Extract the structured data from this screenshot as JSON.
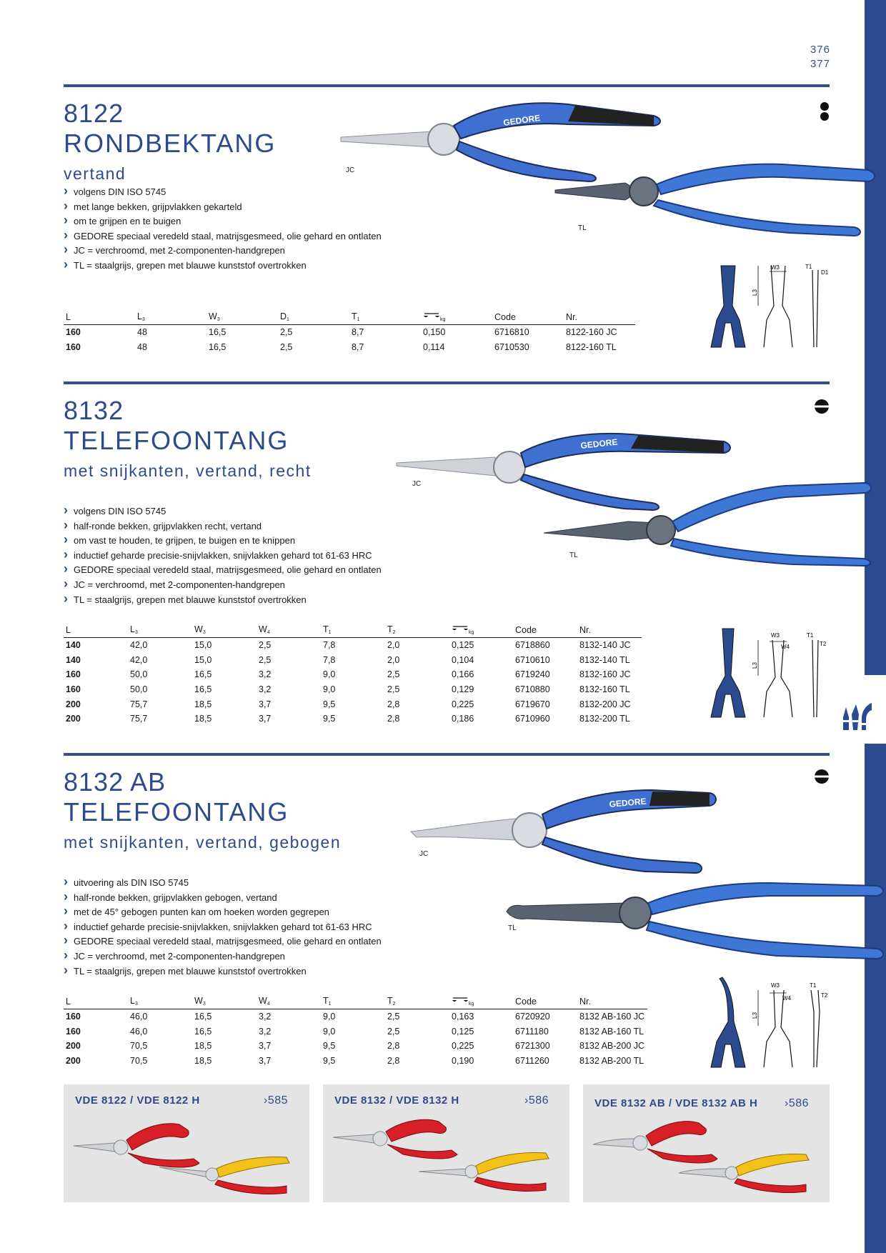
{
  "pages": [
    "376",
    "377"
  ],
  "sections": [
    {
      "number": "8122",
      "name": "RONDBEKTANG",
      "subtitle": "vertand",
      "bullets": [
        "volgens DIN ISO 5745",
        "met lange bekken, grijpvlakken gekarteld",
        "om te grijpen en te buigen",
        "GEDORE speciaal veredeld staal, matrijsgesmeed, olie gehard en ontlaten",
        "JC = verchroomd, met 2-componenten-handgrepen",
        "TL = staalgrijs, grepen met blauwe kunststof overtrokken"
      ],
      "marks": [
        "JC",
        "TL"
      ],
      "brand": "GEDORE",
      "table": {
        "headers": [
          {
            "m": "L",
            "s": ""
          },
          {
            "m": "L",
            "s": "3"
          },
          {
            "m": "W",
            "s": "3"
          },
          {
            "m": "D",
            "s": "1"
          },
          {
            "m": "T",
            "s": "1"
          },
          {
            "m": "",
            "s": "kg"
          },
          {
            "m": "Code",
            "s": ""
          },
          {
            "m": "Nr.",
            "s": ""
          }
        ],
        "rows": [
          [
            "160",
            "48",
            "16,5",
            "2,5",
            "8,7",
            "0,150",
            "6716810",
            "8122-160 JC"
          ],
          [
            "160",
            "48",
            "16,5",
            "2,5",
            "8,7",
            "0,114",
            "6710530",
            "8122-160 TL"
          ]
        ]
      },
      "dims": [
        "W3",
        "T1",
        "D1",
        "L3"
      ]
    },
    {
      "number": "8132",
      "name": "TELEFOONTANG",
      "subtitle": "met snijkanten, vertand, recht",
      "bullets": [
        "volgens DIN ISO 5745",
        "half-ronde bekken, grijpvlakken recht, vertand",
        "om vast te houden, te grijpen, te buigen en te knippen",
        "inductief geharde precisie-snijvlakken, snijvlakken gehard tot 61-63 HRC",
        "GEDORE speciaal veredeld staal, matrijsgesmeed, olie gehard en ontlaten",
        "JC = verchroomd, met 2-componenten-handgrepen",
        "TL = staalgrijs, grepen met blauwe kunststof overtrokken"
      ],
      "marks": [
        "JC",
        "TL"
      ],
      "brand": "GEDORE",
      "table": {
        "headers": [
          {
            "m": "L",
            "s": ""
          },
          {
            "m": "L",
            "s": "3"
          },
          {
            "m": "W",
            "s": "3"
          },
          {
            "m": "W",
            "s": "4"
          },
          {
            "m": "T",
            "s": "1"
          },
          {
            "m": "T",
            "s": "2"
          },
          {
            "m": "",
            "s": "kg"
          },
          {
            "m": "Code",
            "s": ""
          },
          {
            "m": "Nr.",
            "s": ""
          }
        ],
        "rows": [
          [
            "140",
            "42,0",
            "15,0",
            "2,5",
            "7,8",
            "2,0",
            "0,125",
            "6718860",
            "8132-140 JC"
          ],
          [
            "140",
            "42,0",
            "15,0",
            "2,5",
            "7,8",
            "2,0",
            "0,104",
            "6710610",
            "8132-140 TL"
          ],
          [
            "160",
            "50,0",
            "16,5",
            "3,2",
            "9,0",
            "2,5",
            "0,166",
            "6719240",
            "8132-160 JC"
          ],
          [
            "160",
            "50,0",
            "16,5",
            "3,2",
            "9,0",
            "2,5",
            "0,129",
            "6710880",
            "8132-160 TL"
          ],
          [
            "200",
            "75,7",
            "18,5",
            "3,7",
            "9,5",
            "2,8",
            "0,225",
            "6719670",
            "8132-200 JC"
          ],
          [
            "200",
            "75,7",
            "18,5",
            "3,7",
            "9,5",
            "2,8",
            "0,186",
            "6710960",
            "8132-200 TL"
          ]
        ]
      },
      "dims": [
        "W3",
        "T1",
        "W4",
        "T2",
        "L3"
      ]
    },
    {
      "number": "8132 AB",
      "name": "TELEFOONTANG",
      "subtitle": "met snijkanten, vertand, gebogen",
      "bullets": [
        "uitvoering als DIN ISO 5745",
        "half-ronde bekken, grijpvlakken gebogen, vertand",
        "met de 45° gebogen punten kan om hoeken worden gegrepen",
        "inductief geharde precisie-snijvlakken, snijvlakken gehard tot 61-63 HRC",
        "GEDORE speciaal veredeld staal, matrijsgesmeed, olie gehard en ontlaten",
        "JC = verchroomd, met 2-componenten-handgrepen",
        "TL = staalgrijs, grepen met blauwe kunststof overtrokken"
      ],
      "marks": [
        "JC",
        "TL"
      ],
      "brand": "GEDORE",
      "table": {
        "headers": [
          {
            "m": "L",
            "s": ""
          },
          {
            "m": "L",
            "s": "3"
          },
          {
            "m": "W",
            "s": "3"
          },
          {
            "m": "W",
            "s": "4"
          },
          {
            "m": "T",
            "s": "1"
          },
          {
            "m": "T",
            "s": "2"
          },
          {
            "m": "",
            "s": "kg"
          },
          {
            "m": "Code",
            "s": ""
          },
          {
            "m": "Nr.",
            "s": ""
          }
        ],
        "rows": [
          [
            "160",
            "46,0",
            "16,5",
            "3,2",
            "9,0",
            "2,5",
            "0,163",
            "6720920",
            "8132 AB-160 JC"
          ],
          [
            "160",
            "46,0",
            "16,5",
            "3,2",
            "9,0",
            "2,5",
            "0,125",
            "6711180",
            "8132 AB-160 TL"
          ],
          [
            "200",
            "70,5",
            "18,5",
            "3,7",
            "9,5",
            "2,8",
            "0,225",
            "6721300",
            "8132 AB-200 JC"
          ],
          [
            "200",
            "70,5",
            "18,5",
            "3,7",
            "9,5",
            "2,8",
            "0,190",
            "6711260",
            "8132 AB-200 TL"
          ]
        ]
      },
      "dims": [
        "W3",
        "T1",
        "W4",
        "T2",
        "L3"
      ]
    }
  ],
  "vde": [
    {
      "title": "VDE 8122  /  VDE 8122 H",
      "ref": "585"
    },
    {
      "title": "VDE 8132  /  VDE 8132 H",
      "ref": "586"
    },
    {
      "title": "VDE 8132 AB  /  VDE 8132 AB H",
      "ref": "586"
    }
  ],
  "colors": {
    "blue": "#2d4b8c",
    "handle": "#3f6fd0",
    "vde_red": "#d61f26",
    "vde_yellow": "#f3c21a",
    "box": "#e4e4e4"
  }
}
